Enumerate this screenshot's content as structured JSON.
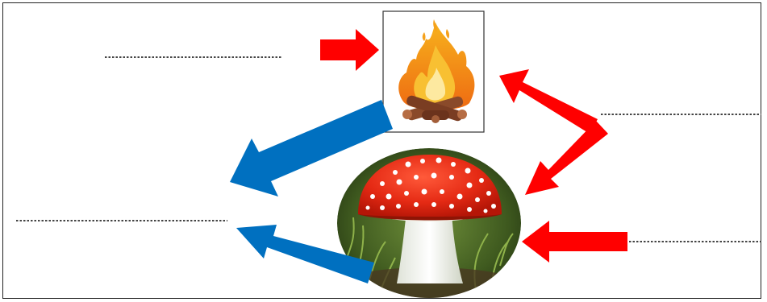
{
  "diagram": {
    "nodes": [
      {
        "id": "fire",
        "icon": "campfire-icon"
      },
      {
        "id": "mushroom",
        "icon": "mushroom-icon"
      }
    ],
    "blanks": [
      {
        "id": "blank-top-left"
      },
      {
        "id": "blank-middle-right"
      },
      {
        "id": "blank-bottom-left"
      },
      {
        "id": "blank-bottom-right"
      }
    ],
    "arrows": [
      {
        "id": "arrow-into-fire-top",
        "from": "blank-top-left",
        "to": "fire"
      },
      {
        "id": "arrow-into-fire-right",
        "from": "blank-middle-right",
        "to": "fire"
      },
      {
        "id": "arrow-into-mushroom-right",
        "from": "blank-middle-right",
        "to": "mushroom"
      },
      {
        "id": "arrow-into-mushroom-bottom",
        "from": "blank-bottom-right",
        "to": "mushroom"
      },
      {
        "id": "arrow-out-of-fire",
        "from": "fire",
        "to": "blank-bottom-left"
      },
      {
        "id": "arrow-out-of-mushroom",
        "from": "mushroom",
        "to": "blank-bottom-left"
      }
    ],
    "colors": {
      "input_arrow": "#ff0000",
      "output_arrow": "#0070c0",
      "blank_line": "#444444",
      "frame": "#222222"
    }
  }
}
